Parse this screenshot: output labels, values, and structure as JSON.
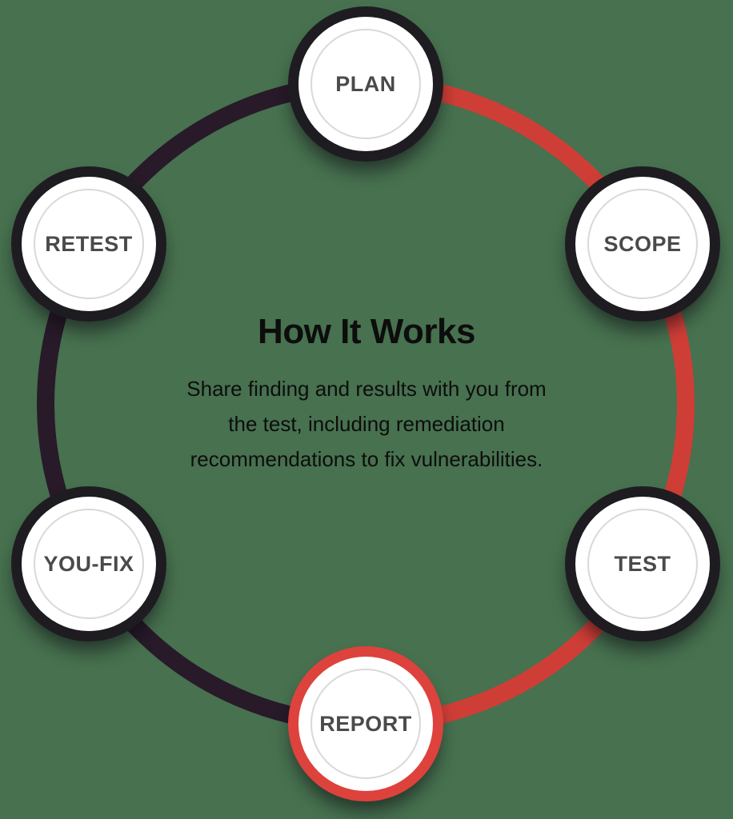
{
  "colors": {
    "background": "#47714f",
    "arc_red": "#ce3e37",
    "arc_dark": "#281a29",
    "node_ring_dark": "#1e1c21",
    "node_ring_highlight": "#de423c",
    "node_fill": "#ffffff",
    "node_inner_border": "#d9d9d9",
    "node_label": "#4a4a4a",
    "text": "#0d0d0d"
  },
  "diagram": {
    "center": {
      "title": "How It Works",
      "description_lines": [
        "Share finding and results with you from",
        "the test, including remediation",
        "recommendations to fix vulnerabilities."
      ]
    },
    "steps": [
      {
        "label": "PLAN",
        "highlighted": false
      },
      {
        "label": "SCOPE",
        "highlighted": false
      },
      {
        "label": "TEST",
        "highlighted": false
      },
      {
        "label": "REPORT",
        "highlighted": true
      },
      {
        "label": "YOU-FIX",
        "highlighted": false
      },
      {
        "label": "RETEST",
        "highlighted": false
      }
    ]
  }
}
